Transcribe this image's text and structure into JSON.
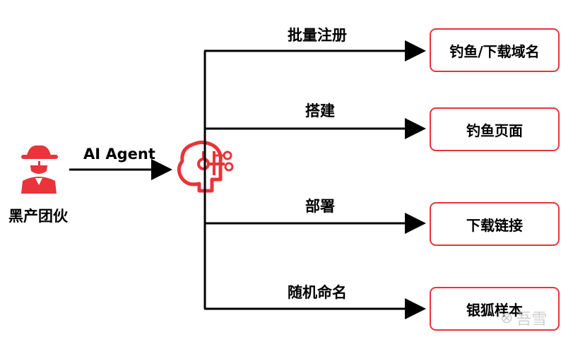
{
  "diagram": {
    "actor_label": "黑产团伙",
    "edge_label": "AI Agent",
    "branches": [
      {
        "edge_label": "批量注册",
        "target": "钓鱼/下载域名"
      },
      {
        "edge_label": "搭建",
        "target": "钓鱼页面"
      },
      {
        "edge_label": "部署",
        "target": "下载链接"
      },
      {
        "edge_label": "随机命名",
        "target": "银狐样本"
      }
    ],
    "icons": {
      "actor": "hacker-icon",
      "agent": "ai-brain-icon"
    },
    "colors": {
      "accent": "#e8343a",
      "line": "#000000"
    }
  },
  "watermark": "吾雪"
}
